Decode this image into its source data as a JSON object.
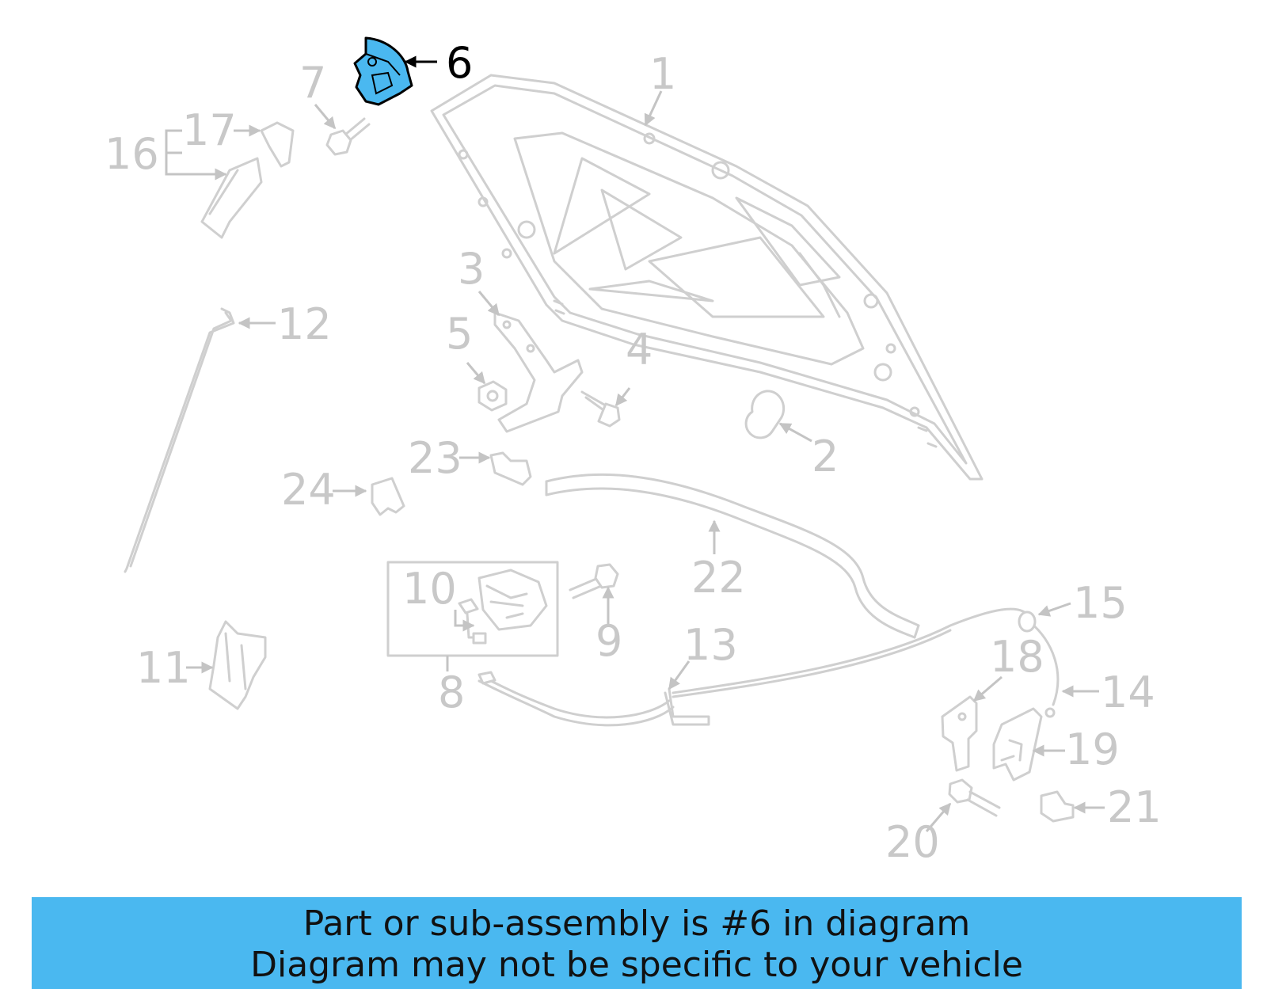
{
  "callouts": {
    "c1": "1",
    "c2": "2",
    "c3": "3",
    "c4": "4",
    "c5": "5",
    "c6": "6",
    "c7": "7",
    "c8": "8",
    "c9": "9",
    "c10": "10",
    "c11": "11",
    "c12": "12",
    "c13": "13",
    "c14": "14",
    "c15": "15",
    "c16": "16",
    "c17": "17",
    "c18": "18",
    "c19": "19",
    "c20": "20",
    "c21": "21",
    "c22": "22",
    "c23": "23",
    "c24": "24"
  },
  "highlighted_part": "6",
  "colors": {
    "highlight": "#4ab8f0",
    "banner": "#4ab8f0",
    "faded_part": "#cfcfcf"
  },
  "banner": {
    "line1": "Part or sub-assembly is #6 in diagram",
    "line2": "Diagram may not be specific to your vehicle"
  }
}
